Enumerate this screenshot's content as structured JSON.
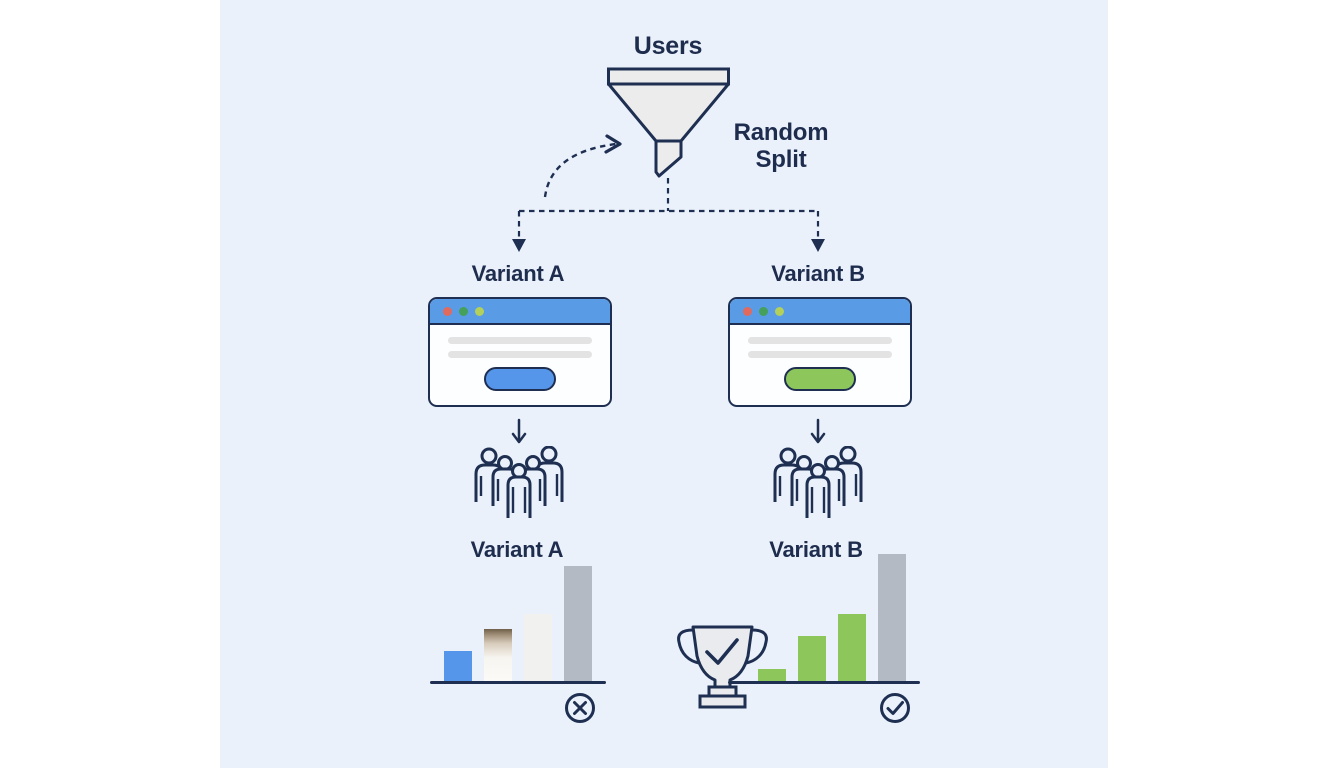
{
  "colors": {
    "background": "#eaf1fb",
    "side_panels": "#ffffff",
    "outline_navy": "#1e2f52",
    "text_navy": "#1e2c4e",
    "titlebar_blue": "#5a9be5",
    "button_blue": "#5596ea",
    "button_green": "#8dc75c",
    "bar_gray": "#b4bac3",
    "content_line_gray": "#e3e3e3",
    "dot_red": "#e06a5e",
    "dot_green": "#44a05a",
    "dot_yellow_green": "#b2d05a",
    "funnel_fill": "#ececec",
    "trophy_fill": "#e9ebee"
  },
  "flow": {
    "source_label": "Users",
    "split_label": [
      "Random",
      "Split"
    ],
    "branch_a_label": "Variant A",
    "branch_b_label": "Variant B"
  },
  "icons": {
    "funnel-icon": "funnel / filter shape",
    "curved-dashed-arrow-icon": "dashed arc arrow pointing at funnel",
    "split-arrows-icon": "dashed T-split with two solid arrowheads",
    "browser-window-icon": "browser mockup with traffic-light dots",
    "down-arrow-icon": "↓",
    "crowd-icon": "group of five outlined people",
    "trophy-icon": "outlined trophy with checkmark",
    "cross-circle-icon": "⊗",
    "check-circle-icon": "✓ in circle"
  },
  "chart_data": [
    {
      "type": "bar",
      "series_name": "variant-a",
      "title": "Variant A",
      "categories": [
        "bar1",
        "bar2",
        "bar3",
        "bar4"
      ],
      "values": [
        30,
        52,
        67,
        115
      ],
      "unit": "relative height (px), no numeric axis shown",
      "bar_colors": [
        "#5596ea",
        "linear-gradient(180deg,#6f6049 0%,#a4937c 12%,#d8cdbd 28%,#f7f5f0 55%,#fbfaf7 100%)",
        "#f1f1ef",
        "#b4bac3"
      ],
      "xlabel": "",
      "ylabel": "",
      "axis": "baseline only, no ticks or gridlines",
      "outcome": "rejected (cross-circle marker)"
    },
    {
      "type": "bar",
      "series_name": "variant-b",
      "title": "Variant B",
      "categories": [
        "bar1",
        "bar2",
        "bar3",
        "bar4"
      ],
      "values": [
        12,
        45,
        67,
        127
      ],
      "unit": "relative height (px), no numeric axis shown",
      "bar_colors": [
        "#8dc75c",
        "#8dc75c",
        "#8dc75c",
        "#b4bac3"
      ],
      "xlabel": "",
      "ylabel": "",
      "axis": "baseline only, no ticks or gridlines",
      "outcome": "winner (check-circle + trophy markers)"
    }
  ]
}
